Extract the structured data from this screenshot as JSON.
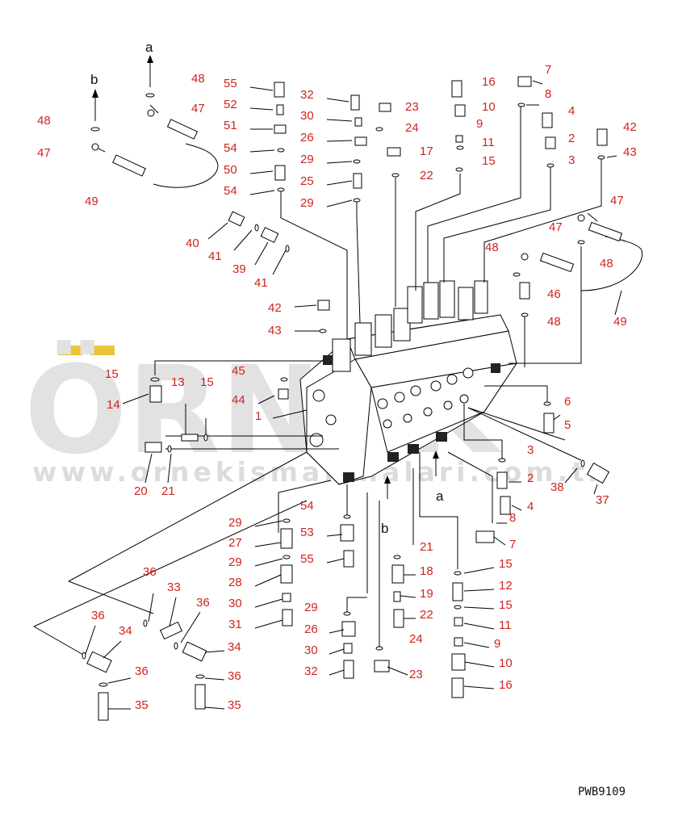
{
  "watermark": {
    "brand": "ÖRNEK",
    "url": "www.ornekismakinalari.com.tr"
  },
  "drawing_code": "PWB9109",
  "arrow_labels": {
    "a": "a",
    "b": "b"
  },
  "callouts": {
    "n1": "1",
    "n2": "2",
    "n3": "3",
    "n4": "4",
    "n5": "5",
    "n6": "6",
    "n7": "7",
    "n8": "8",
    "n9": "9",
    "n10": "10",
    "n11": "11",
    "n12": "12",
    "n13": "13",
    "n14": "14",
    "n15": "15",
    "n16": "16",
    "n17": "17",
    "n18": "18",
    "n19": "19",
    "n20": "20",
    "n21": "21",
    "n22": "22",
    "n23": "23",
    "n24": "24",
    "n25": "25",
    "n26": "26",
    "n27": "27",
    "n28": "28",
    "n29": "29",
    "n30": "30",
    "n31": "31",
    "n32": "32",
    "n33": "33",
    "n34": "34",
    "n35": "35",
    "n36": "36",
    "n37": "37",
    "n38": "38",
    "n39": "39",
    "n40": "40",
    "n41": "41",
    "n42": "42",
    "n43": "43",
    "n44": "44",
    "n45": "45",
    "n46": "46",
    "n47": "47",
    "n48": "48",
    "n49": "49",
    "n50": "50",
    "n51": "51",
    "n52": "52",
    "n53": "53",
    "n54": "54",
    "n55": "55"
  },
  "colors": {
    "callout": "#d0231f",
    "watermark": "#e2e2e2",
    "watermark_accent": "#e8c53a"
  }
}
